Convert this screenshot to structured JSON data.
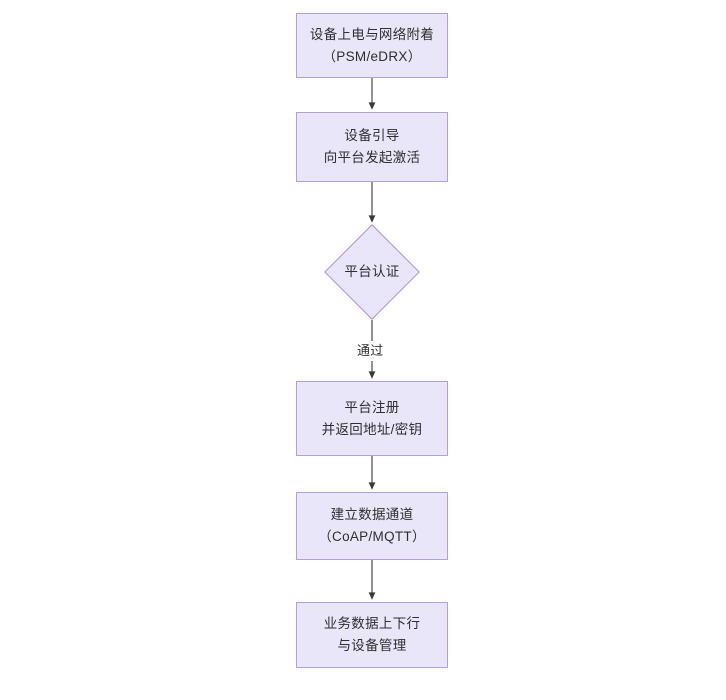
{
  "diagram": {
    "type": "flowchart",
    "orientation": "top-to-bottom",
    "background_color": "#ffffff",
    "node_fill_color": "#e8e6f8",
    "node_border_color": "#b79ce0",
    "connector_color": "#3a3a3a",
    "text_color": "#2f2f2f",
    "nodes": [
      {
        "id": "power-on",
        "shape": "rectangle",
        "line1": "设备上电与网络附着",
        "line2": "（PSM/eDRX）"
      },
      {
        "id": "bootstrap",
        "shape": "rectangle",
        "line1": "设备引导",
        "line2": "向平台发起激活"
      },
      {
        "id": "platform-auth",
        "shape": "diamond",
        "line1": "平台认证",
        "line2": ""
      },
      {
        "id": "platform-register",
        "shape": "rectangle",
        "line1": "平台注册",
        "line2": "并返回地址/密钥"
      },
      {
        "id": "data-channel",
        "shape": "rectangle",
        "line1": "建立数据通道",
        "line2": "（CoAP/MQTT）"
      },
      {
        "id": "business-data",
        "shape": "rectangle",
        "line1": "业务数据上下行",
        "line2": "与设备管理"
      }
    ],
    "edges": [
      {
        "id": "e1",
        "from": "power-on",
        "to": "bootstrap",
        "label": ""
      },
      {
        "id": "e2",
        "from": "bootstrap",
        "to": "platform-auth",
        "label": ""
      },
      {
        "id": "e3",
        "from": "platform-auth",
        "to": "platform-register",
        "label": "通过"
      },
      {
        "id": "e4",
        "from": "platform-register",
        "to": "data-channel",
        "label": ""
      },
      {
        "id": "e5",
        "from": "data-channel",
        "to": "business-data",
        "label": ""
      }
    ]
  }
}
